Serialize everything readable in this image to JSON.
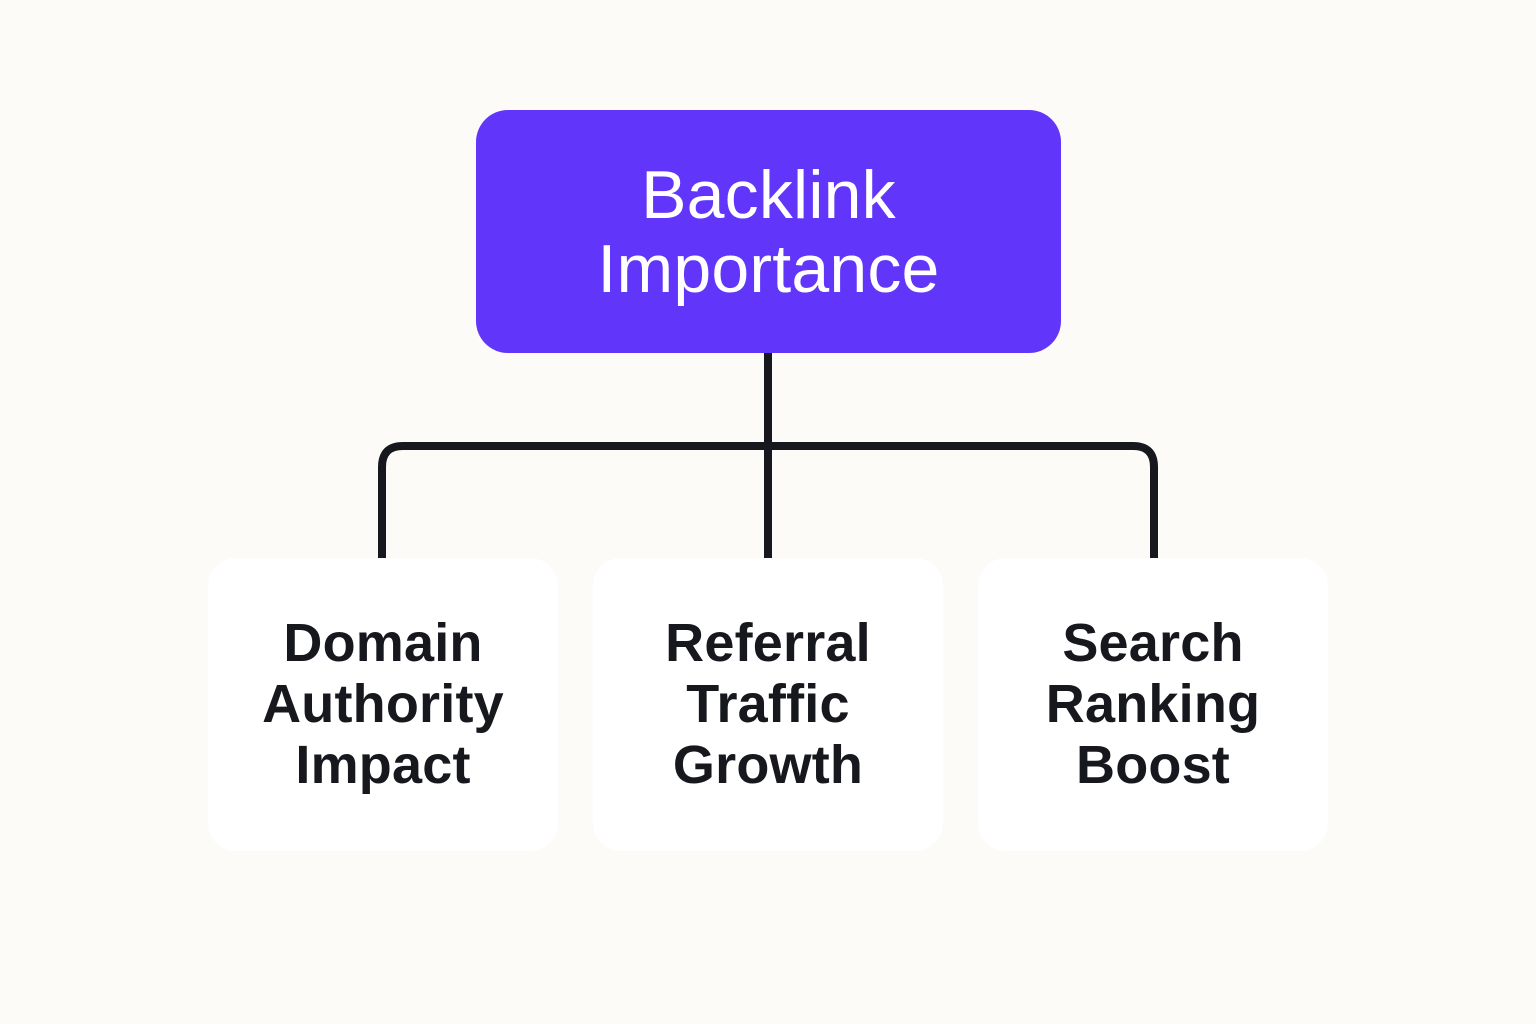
{
  "diagram": {
    "root": {
      "lines": [
        "Backlink",
        "Importance"
      ]
    },
    "children": [
      {
        "lines": [
          "Domain",
          "Authority",
          "Impact"
        ]
      },
      {
        "lines": [
          "Referral",
          "Traffic",
          "Growth"
        ]
      },
      {
        "lines": [
          "Search",
          "Ranking",
          "Boost"
        ]
      }
    ]
  },
  "colors": {
    "background": "#fcfbf7",
    "root_fill": "#6236fa",
    "root_text": "#ffffff",
    "child_fill": "#ffffff",
    "child_text": "#16181d",
    "connector": "#16181d"
  }
}
